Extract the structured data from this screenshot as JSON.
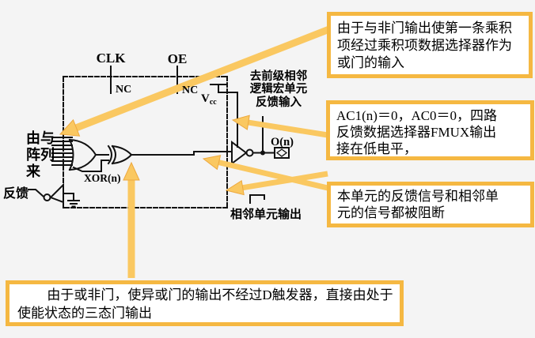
{
  "colors": {
    "background": "#f4f4f4",
    "callout_border": "#f5b842",
    "callout_background": "#ffffff",
    "arrow_fill": "#fac861",
    "arrow_edge": "#eda83e",
    "circuit_line": "#111111",
    "text": "#000000"
  },
  "circuit": {
    "clk": "CLK",
    "oe": "OE",
    "nc_clk": "NC",
    "nc_oe": "NC",
    "vcc_main": "V",
    "vcc_sub": "cc",
    "and_array_lines": [
      "由与",
      "阵列",
      "来"
    ],
    "feedback": "反馈",
    "xor_gate": "XOR(n)",
    "output_pin": "O(n)",
    "prev_stage_lines": [
      "去前级相邻",
      "逻辑宏单元",
      "反馈输入"
    ],
    "adjacent_output": "相邻单元输出"
  },
  "callouts": {
    "product_term": {
      "lines": [
        "由于与非门输出使第一条乘积",
        "项经过乘积项数据选择器作为",
        "或门的输入"
      ]
    },
    "fmux_low": {
      "lines": [
        "AC1(n)＝0，AC0＝0，四路",
        "反馈数据选择器FMUX输出",
        "接在低电平，"
      ]
    },
    "blocked": {
      "lines": [
        "本单元的反馈信号和相邻单",
        "元的信号都被阻断"
      ]
    },
    "tristate": {
      "lines": [
        "由于或非门，使异或门的输出不经过D触发器，直接由处于",
        "使能状态的三态门输出"
      ]
    }
  }
}
